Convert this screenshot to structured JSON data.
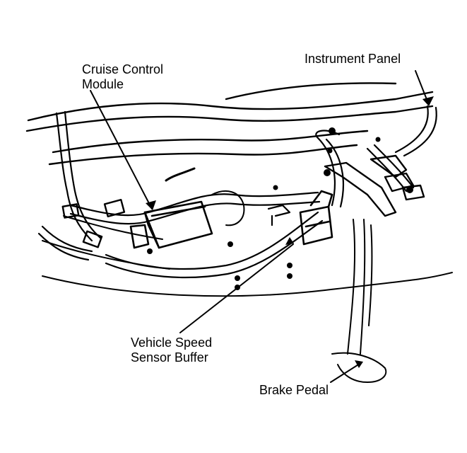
{
  "labels": {
    "instrument_panel": "Instrument Panel",
    "cruise_control_line1": "Cruise Control",
    "cruise_control_line2": "Module",
    "vss_line1": "Vehicle Speed",
    "vss_line2": "Sensor Buffer",
    "brake_pedal": "Brake Pedal"
  },
  "colors": {
    "ink": "#000000",
    "paper": "#ffffff"
  }
}
